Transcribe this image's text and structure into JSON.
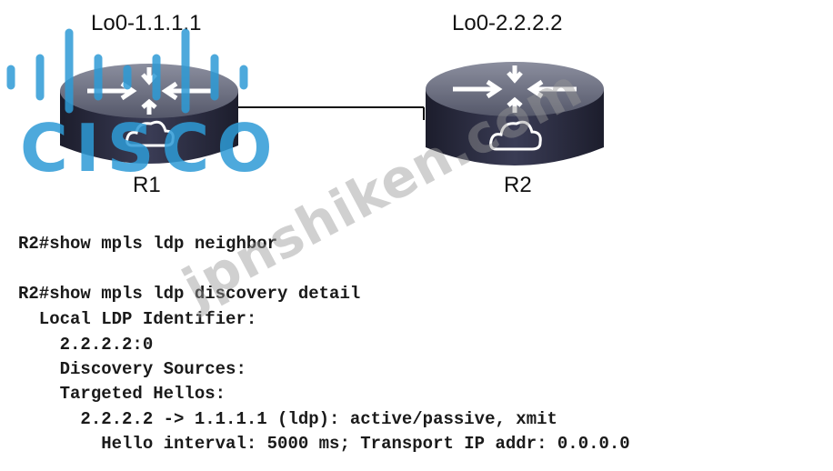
{
  "topology": {
    "r1": {
      "loopback": "Lo0-1.1.1.1",
      "name": "R1"
    },
    "r2": {
      "loopback": "Lo0-2.2.2.2",
      "name": "R2"
    }
  },
  "cli": {
    "lines": [
      "R2#show mpls ldp neighbor",
      "R2#show mpls ldp discovery detail",
      "  Local LDP Identifier:",
      "    2.2.2.2:0",
      "    Discovery Sources:",
      "    Targeted Hellos:",
      "      2.2.2.2 -> 1.1.1.1 (ldp): active/passive, xmit",
      "        Hello interval: 5000 ms; Transport IP addr: 0.0.0.0"
    ]
  },
  "watermarks": {
    "logo": "CISCO",
    "site": "jpnshiken.com"
  },
  "colors": {
    "router_body": "#2b2d44",
    "router_top": "#6e7183",
    "cisco_blue": "#2e9bd6"
  },
  "icons": [
    "router-icon",
    "cloud-icon",
    "cisco-logo"
  ]
}
